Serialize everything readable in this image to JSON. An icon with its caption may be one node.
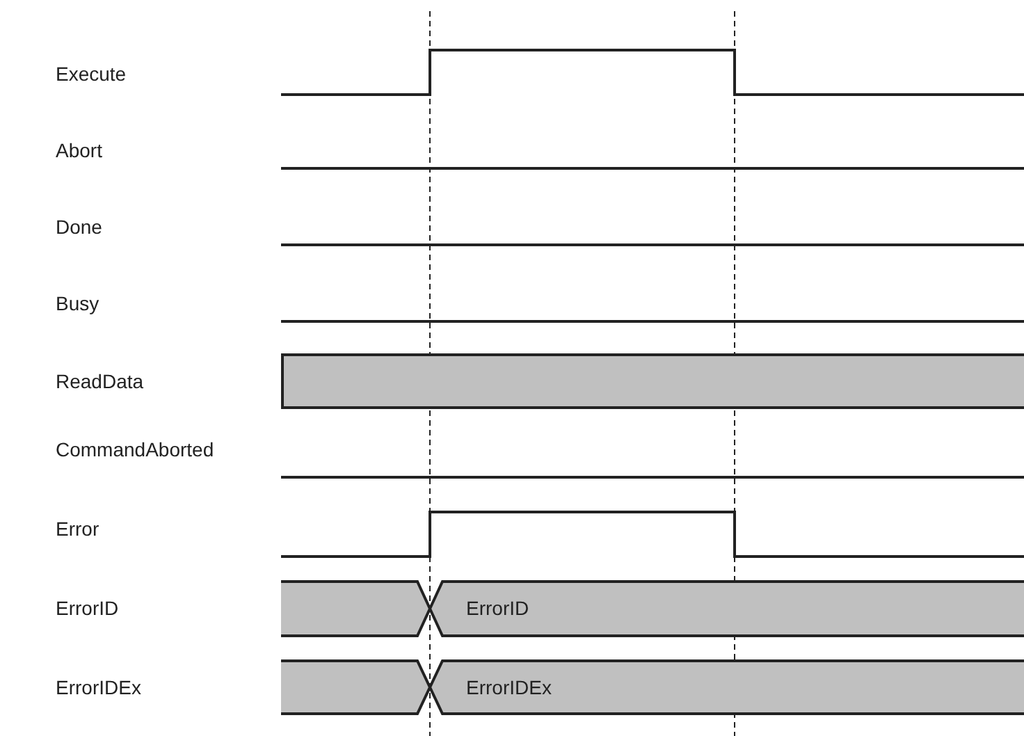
{
  "diagram": {
    "labels": [
      "Execute",
      "Abort",
      "Done",
      "Busy",
      "ReadData",
      "CommandAborted",
      "Error",
      "ErrorID",
      "ErrorID",
      "ErrorIDEx",
      "ErrorIDEx"
    ]
  }
}
